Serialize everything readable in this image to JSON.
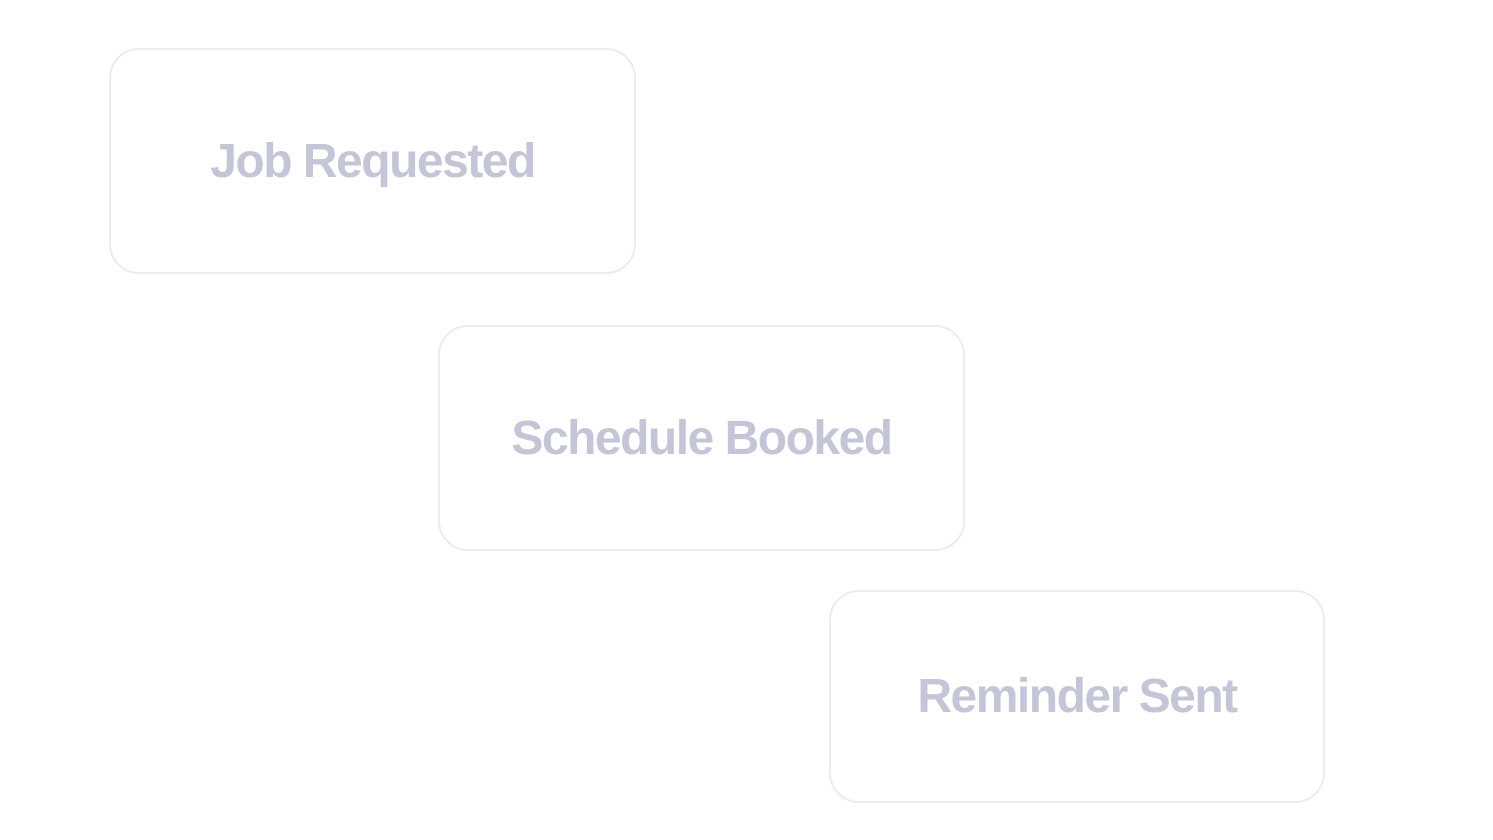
{
  "workflow": {
    "text_color": "#c4c6d8",
    "border_color": "#ececf0",
    "steps": [
      {
        "label": "Job Requested"
      },
      {
        "label": "Schedule Booked"
      },
      {
        "label": "Reminder Sent"
      }
    ]
  }
}
